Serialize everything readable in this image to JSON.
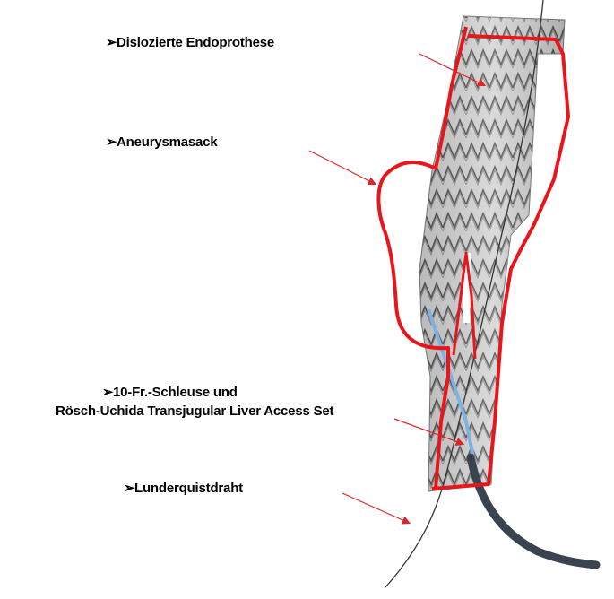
{
  "labels": {
    "endoprosthesis": "Dislozierte Endoprothese",
    "aneurysm": "Aneurysmasack",
    "sheath_line1": "10-Fr.-Schleuse und",
    "sheath_line2": "Rösch-Uchida Transjugular Liver Access Set",
    "wire": "Lunderquistdraht",
    "bullet": "➢"
  },
  "colors": {
    "outline": "#e8151b",
    "arrow": "#d9262b",
    "stent_fill": "#cfcfcf",
    "stent_wire": "#5a5a5a",
    "catheter": "#3a4450",
    "sheath_blue": "#7fb2e0",
    "guidewire": "#333333"
  },
  "icons": {
    "bullet": "arrowhead-bullet-icon"
  }
}
